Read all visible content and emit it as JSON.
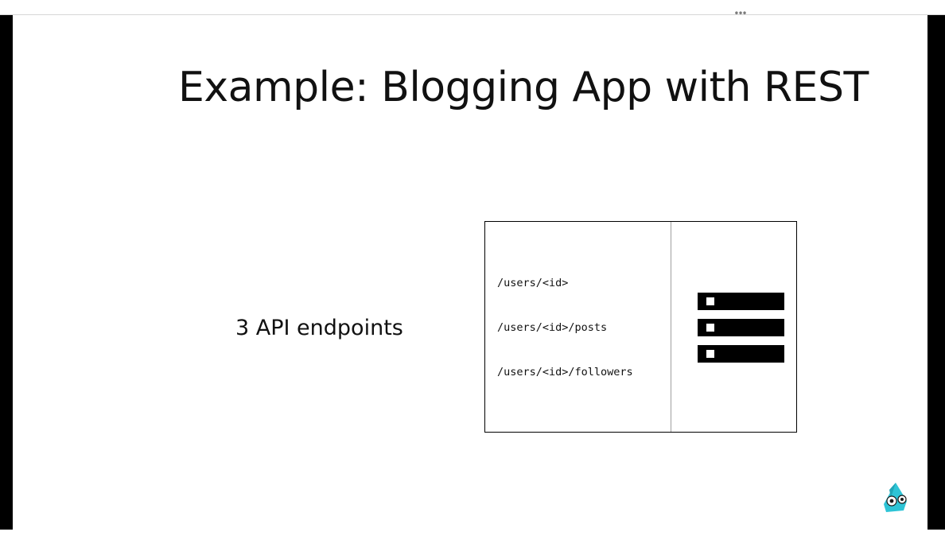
{
  "window": {
    "more_menu": "•••"
  },
  "slide": {
    "title": "Example: Blogging App with REST",
    "subtitle": "3 API endpoints",
    "diagram": {
      "endpoints": [
        "/users/<id>",
        "/users/<id>/posts",
        "/users/<id>/followers"
      ]
    }
  },
  "icons": {
    "server": "server-icon",
    "mascot": "parrot-mascot-icon"
  },
  "colors": {
    "slide_background": "#ffffff",
    "frame": "#000000",
    "mascot_accent": "#2ec4d6"
  }
}
